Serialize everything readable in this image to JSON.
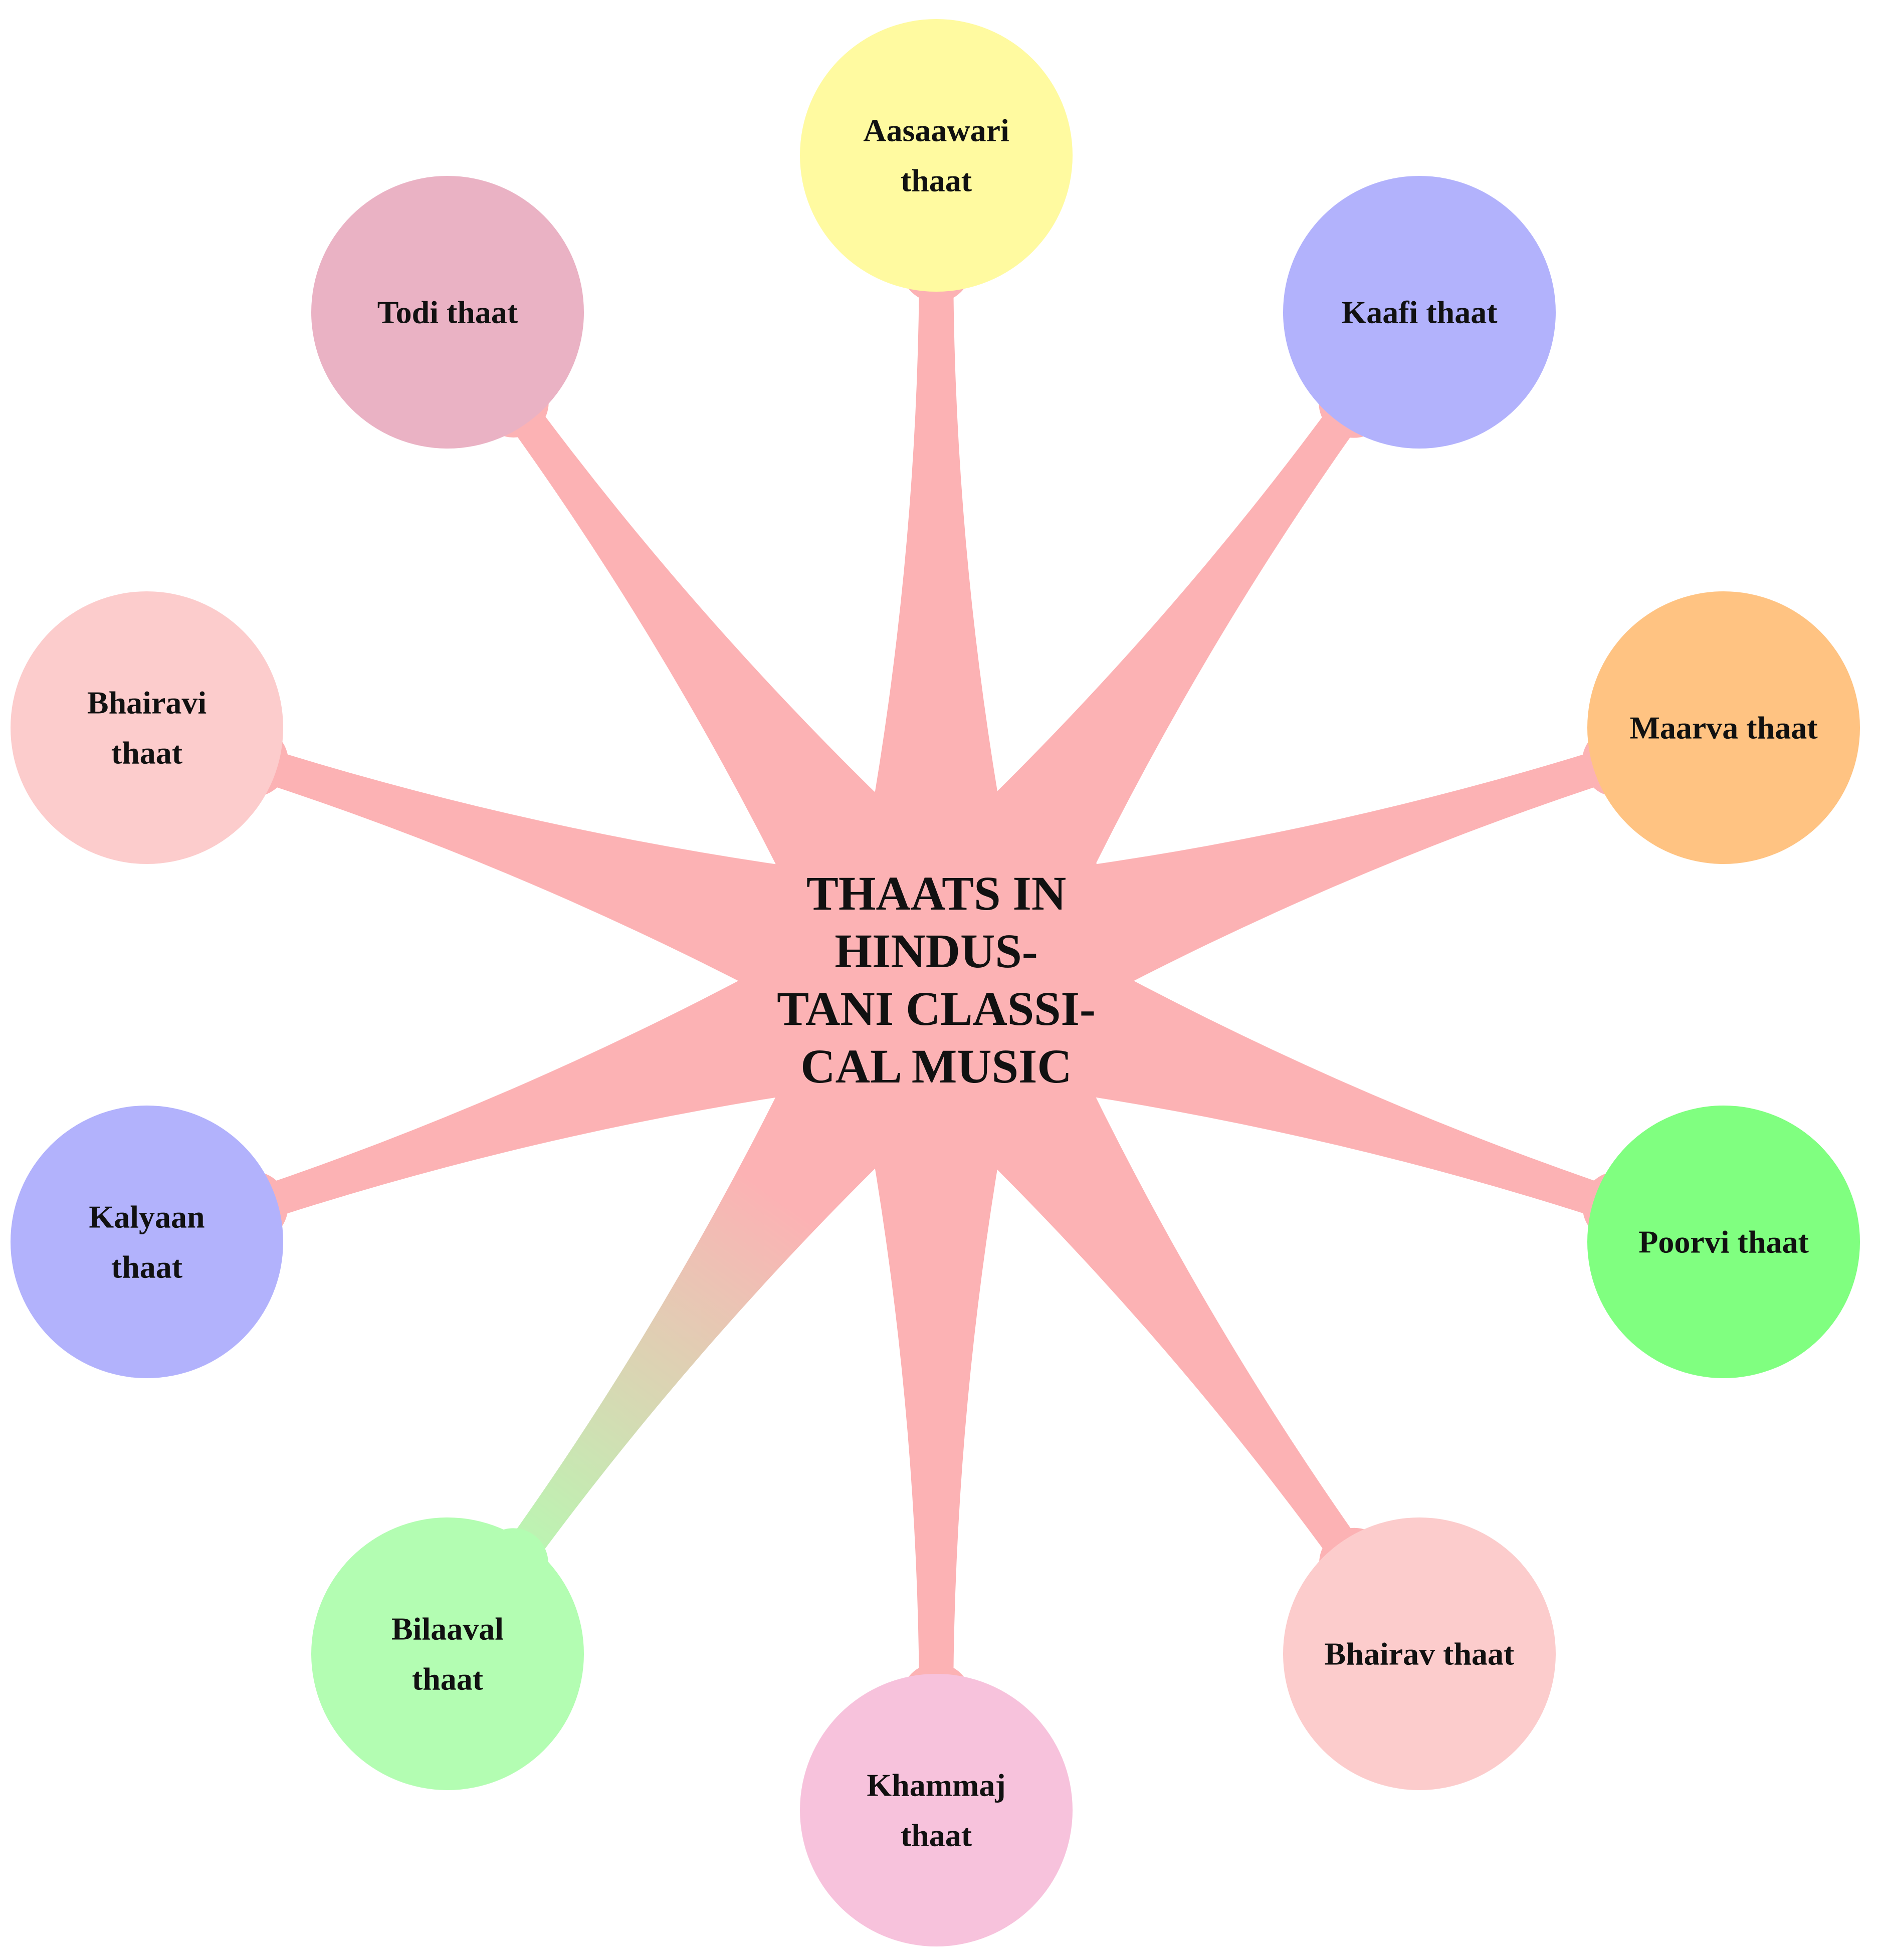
{
  "center": {
    "lines": [
      "THAATS IN",
      "HINDUS-",
      "TANI CLASSI-",
      "CAL MUSIC"
    ],
    "color": "#FCB2B4"
  },
  "branch_color": "#FCB2B4",
  "nodes": [
    {
      "id": "aasaawari",
      "lines": [
        "Aasaawari",
        "thaat"
      ],
      "color": "#FFFAA0",
      "branch_end_color": "#FCB2B4"
    },
    {
      "id": "kaafi",
      "lines": [
        "Kaafi thaat"
      ],
      "color": "#B2B2FC",
      "branch_end_color": "#FCB2B4"
    },
    {
      "id": "maarva",
      "lines": [
        "Maarva thaat"
      ],
      "color": "#FFC382",
      "branch_end_color": "#FCB2B4"
    },
    {
      "id": "poorvi",
      "lines": [
        "Poorvi thaat"
      ],
      "color": "#80FF80",
      "branch_end_color": "#FCB2B4"
    },
    {
      "id": "bhairav",
      "lines": [
        "Bhairav thaat"
      ],
      "color": "#FCCCCC",
      "branch_end_color": "#FCB2B4"
    },
    {
      "id": "khammaj",
      "lines": [
        "Khammaj",
        "thaat"
      ],
      "color": "#F7C2DC",
      "branch_end_color": "#FCB2B4"
    },
    {
      "id": "bilaaval",
      "lines": [
        "Bilaaval",
        "thaat"
      ],
      "color": "#B3FDB2",
      "branch_end_color": "#B3FDB2"
    },
    {
      "id": "kalyaan",
      "lines": [
        "Kalyaan",
        "thaat"
      ],
      "color": "#B2B2FC",
      "branch_end_color": "#FCB2B4"
    },
    {
      "id": "bhairavi",
      "lines": [
        "Bhairavi",
        "thaat"
      ],
      "color": "#FCCCCC",
      "branch_end_color": "#FCB2B4"
    },
    {
      "id": "todi",
      "lines": [
        "Todi thaat"
      ],
      "color": "#EAB2C4",
      "branch_end_color": "#FCB2B4"
    }
  ]
}
